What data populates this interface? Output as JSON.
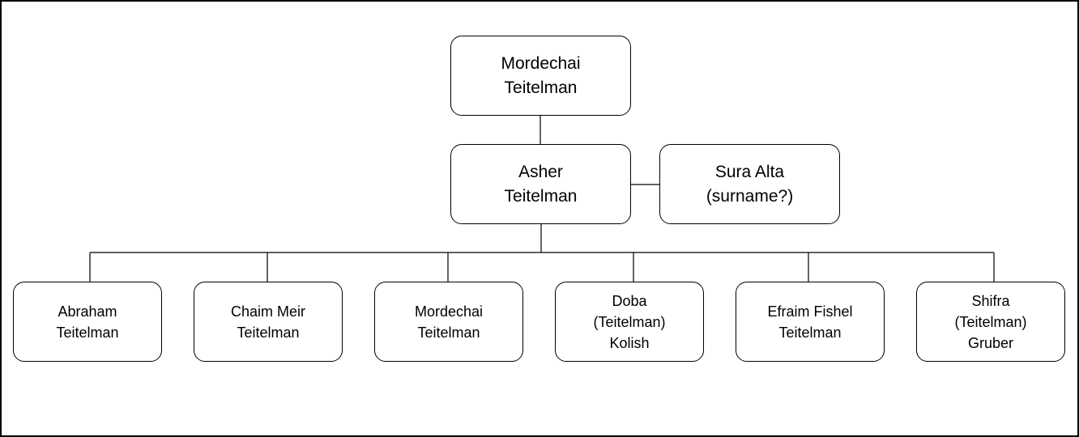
{
  "colors": {
    "line": "#000000",
    "box_fill": "#ffffff",
    "text": "#000000"
  },
  "tree": {
    "grandfather": {
      "lines": [
        "Mordechai",
        "Teitelman"
      ]
    },
    "father": {
      "lines": [
        "Asher",
        "Teitelman"
      ]
    },
    "spouse": {
      "lines": [
        "Sura Alta",
        "(surname?)"
      ]
    },
    "children": [
      {
        "lines": [
          "Abraham",
          "Teitelman"
        ]
      },
      {
        "lines": [
          "Chaim Meir",
          "Teitelman"
        ]
      },
      {
        "lines": [
          "Mordechai",
          "Teitelman"
        ]
      },
      {
        "lines": [
          "Doba",
          "(Teitelman)",
          "Kolish"
        ]
      },
      {
        "lines": [
          "Efraim Fishel",
          "Teitelman"
        ]
      },
      {
        "lines": [
          "Shifra",
          "(Teitelman)",
          "Gruber"
        ]
      }
    ]
  }
}
